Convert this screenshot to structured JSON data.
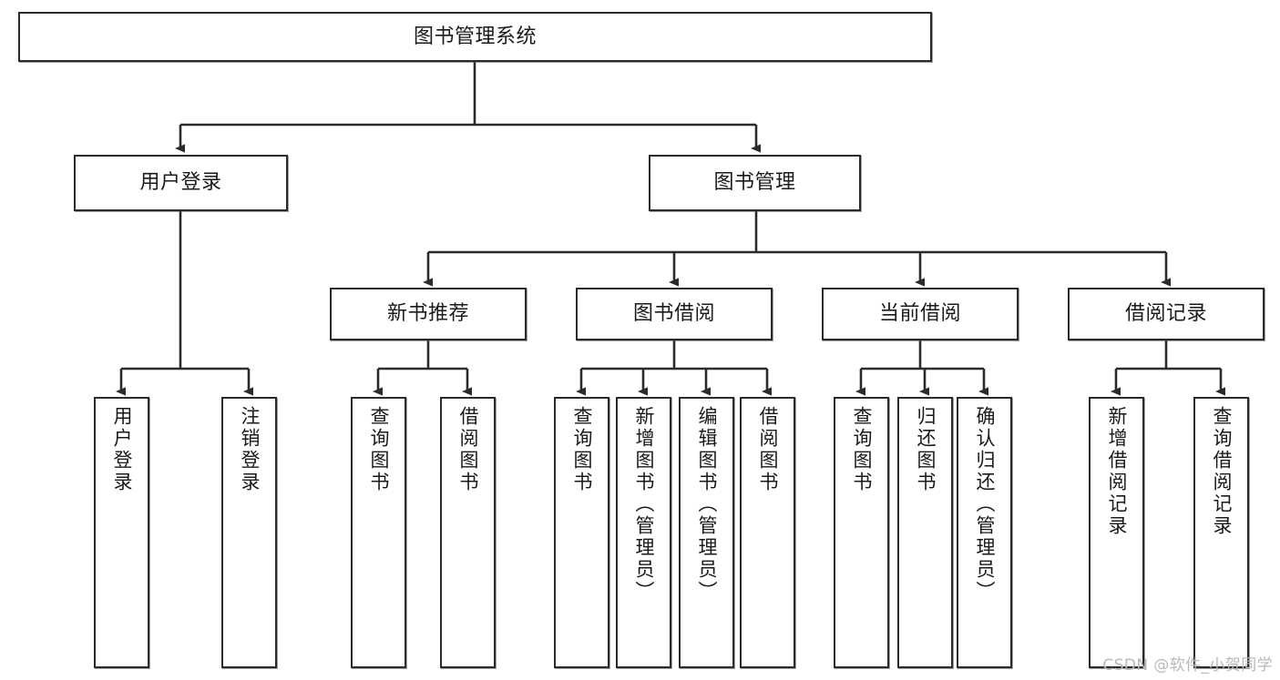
{
  "diagram": {
    "title": "图书管理系统",
    "type": "hierarchy-tree",
    "watermark": "CSDN @软件_小贺同学",
    "colors": {
      "stroke": "#2b2b2b",
      "fill": "#ffffff",
      "text": "#1a1a1a",
      "watermark": "#b9b9b9"
    },
    "nodes": {
      "root": {
        "label": "图书管理系统",
        "level": 1
      },
      "level2": [
        {
          "id": "user-login",
          "label": "用户登录"
        },
        {
          "id": "book-management",
          "label": "图书管理"
        }
      ],
      "level3": [
        {
          "id": "new-book-recommend",
          "label": "新书推荐"
        },
        {
          "id": "book-borrow",
          "label": "图书借阅"
        },
        {
          "id": "current-borrow",
          "label": "当前借阅"
        },
        {
          "id": "borrow-record",
          "label": "借阅记录"
        }
      ],
      "leaves": {
        "user-login": [
          {
            "id": "leaf-user-login",
            "label": "用户登录"
          },
          {
            "id": "leaf-logout",
            "label": "注销登录"
          }
        ],
        "new-book-recommend": [
          {
            "id": "leaf-query-book-1",
            "label": "查询图书"
          },
          {
            "id": "leaf-borrow-book-1",
            "label": "借阅图书"
          }
        ],
        "book-borrow": [
          {
            "id": "leaf-query-book-2",
            "label": "查询图书"
          },
          {
            "id": "leaf-add-book",
            "label": "新增图书（管理员）"
          },
          {
            "id": "leaf-edit-book",
            "label": "编辑图书（管理员）"
          },
          {
            "id": "leaf-borrow-book-2",
            "label": "借阅图书"
          }
        ],
        "current-borrow": [
          {
            "id": "leaf-query-book-3",
            "label": "查询图书"
          },
          {
            "id": "leaf-return-book",
            "label": "归还图书"
          },
          {
            "id": "leaf-confirm-return",
            "label": "确认归还（管理员）"
          }
        ],
        "borrow-record": [
          {
            "id": "leaf-add-record",
            "label": "新增借阅记录"
          },
          {
            "id": "leaf-query-record",
            "label": "查询借阅记录"
          }
        ]
      }
    }
  }
}
